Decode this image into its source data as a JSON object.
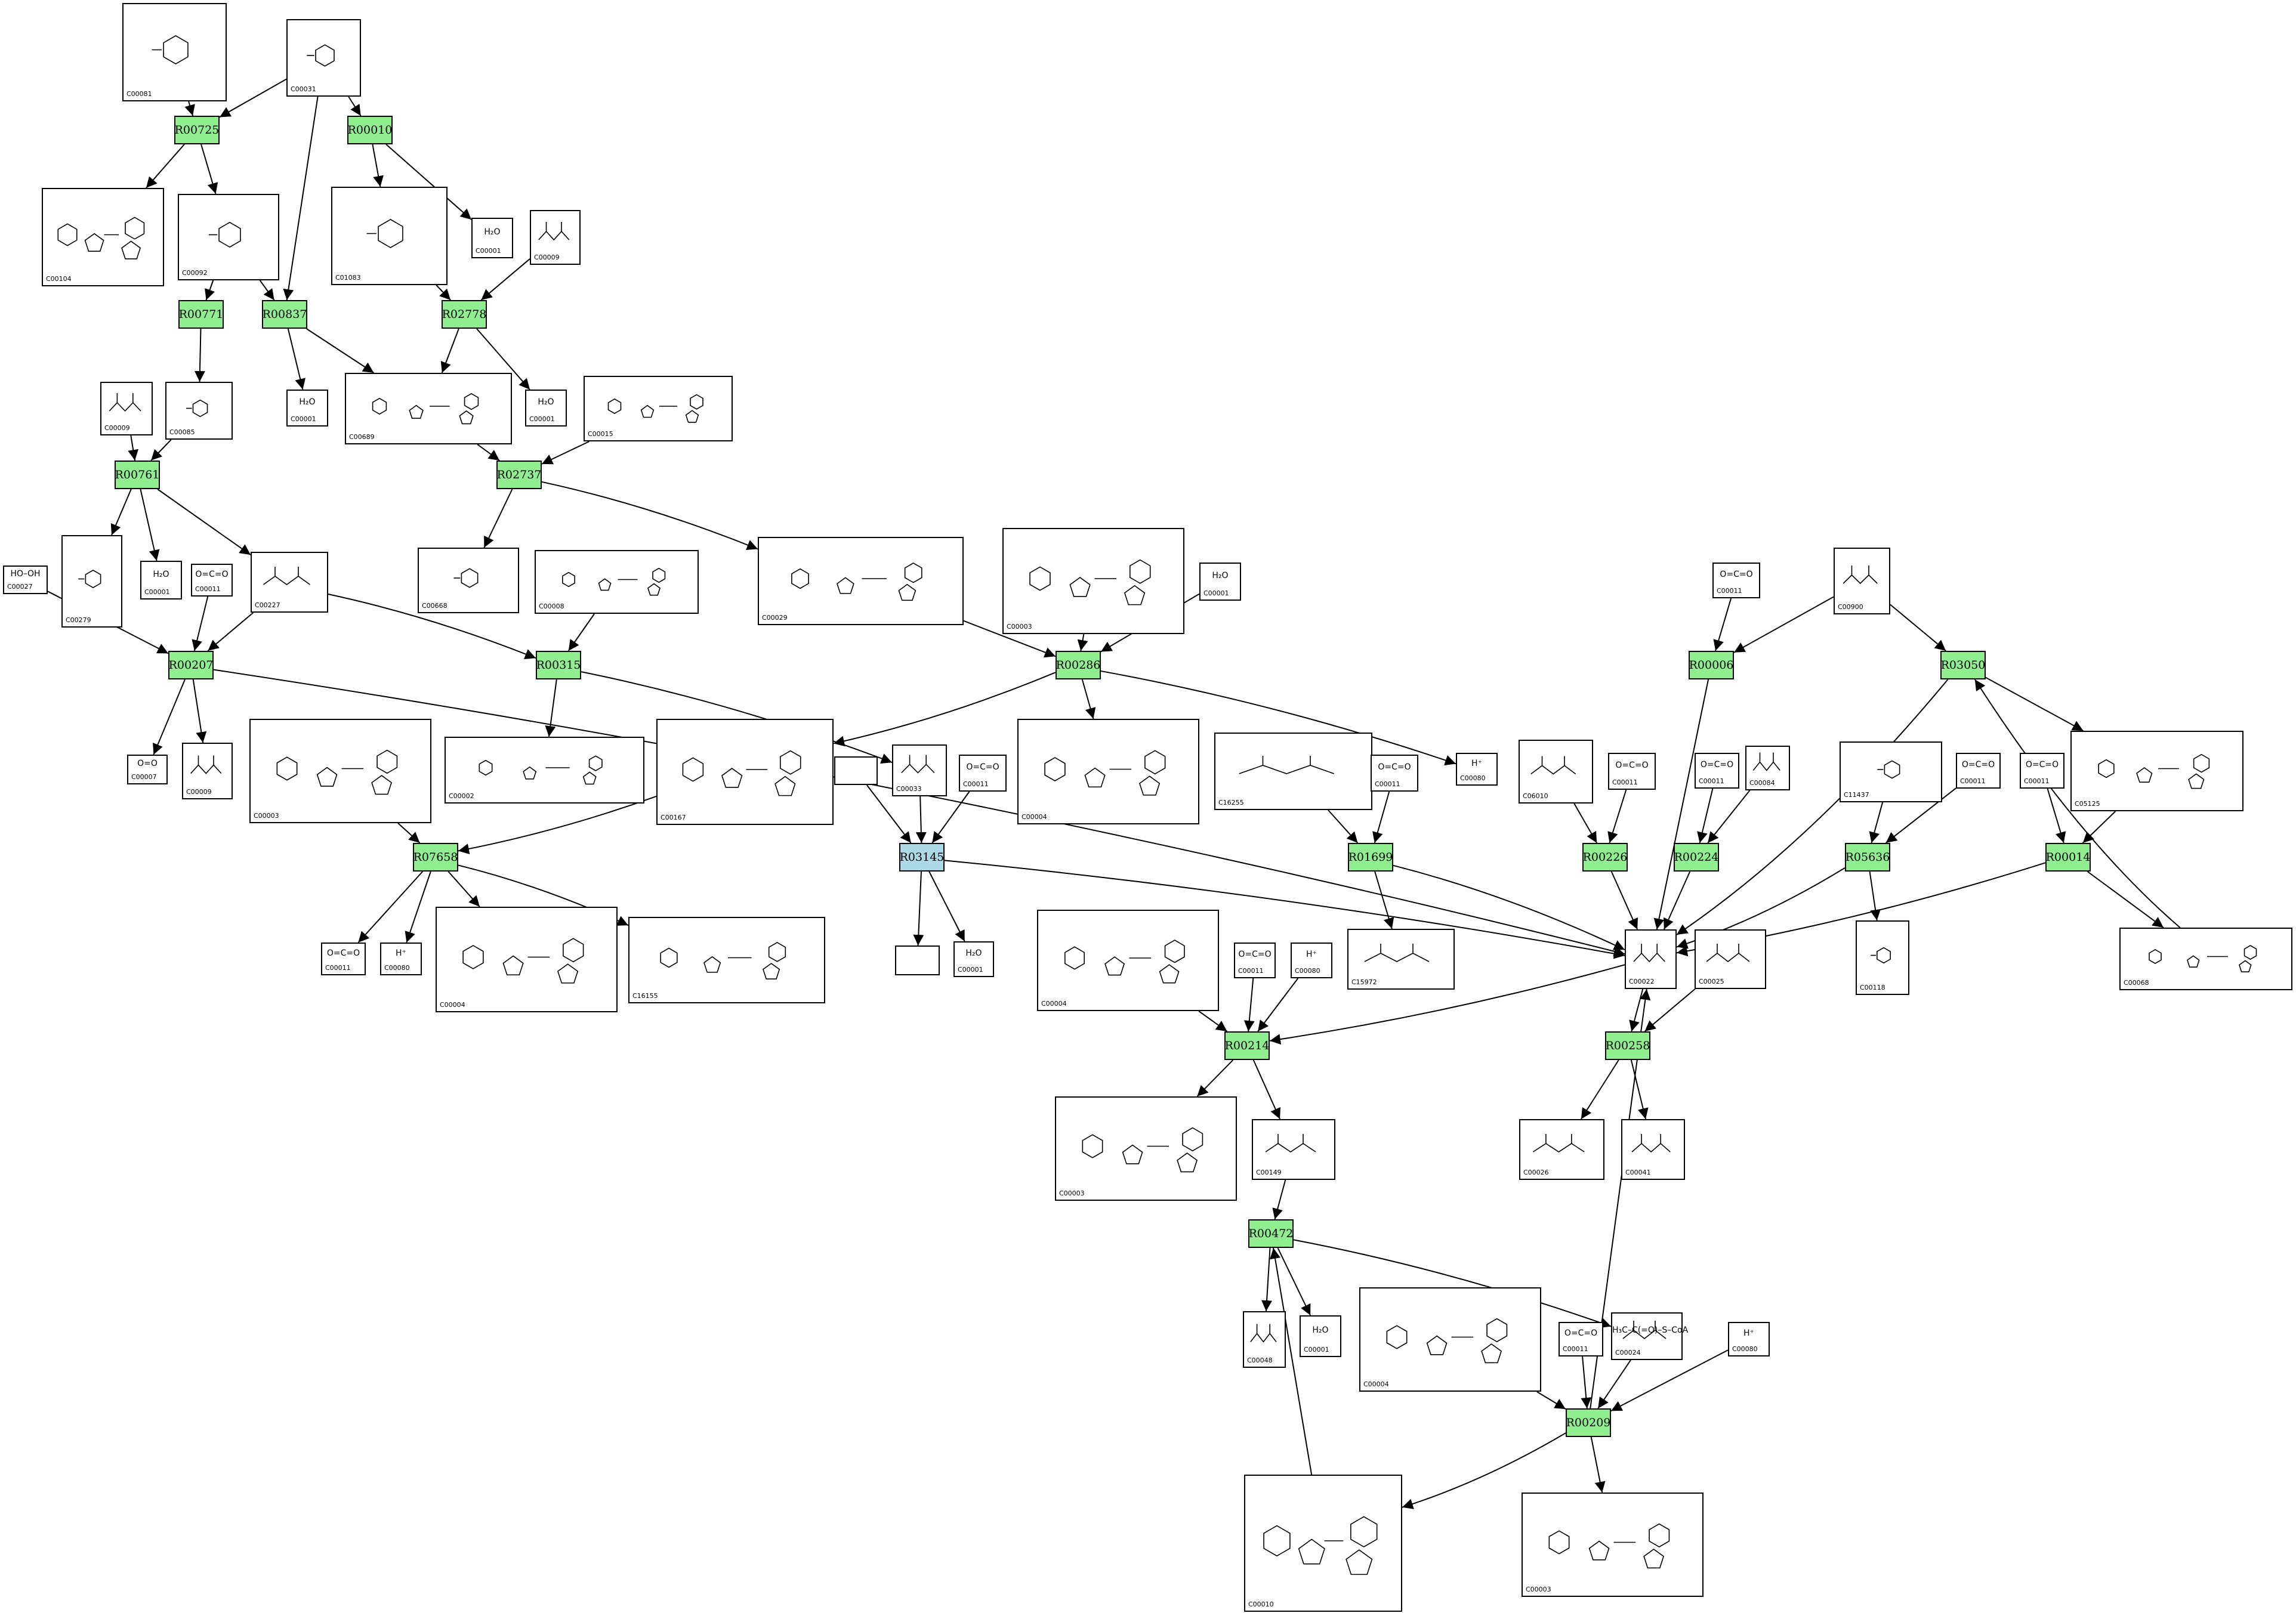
{
  "colors": {
    "reaction": "#90ee90",
    "reaction_highlight": "#add8e6",
    "edge": "#000000",
    "compound_border": "#000000"
  },
  "reactions": [
    {
      "key": "R00725",
      "label": "R00725",
      "highlight": false
    },
    {
      "key": "R00010",
      "label": "R00010",
      "highlight": false
    },
    {
      "key": "R00771",
      "label": "R00771",
      "highlight": false
    },
    {
      "key": "R00837",
      "label": "R00837",
      "highlight": false
    },
    {
      "key": "R02778",
      "label": "R02778",
      "highlight": false
    },
    {
      "key": "R00761",
      "label": "R00761",
      "highlight": false
    },
    {
      "key": "R02737",
      "label": "R02737",
      "highlight": false
    },
    {
      "key": "R00207",
      "label": "R00207",
      "highlight": false
    },
    {
      "key": "R00315",
      "label": "R00315",
      "highlight": false
    },
    {
      "key": "R00286",
      "label": "R00286",
      "highlight": false
    },
    {
      "key": "R00006",
      "label": "R00006",
      "highlight": false
    },
    {
      "key": "R03050",
      "label": "R03050",
      "highlight": false
    },
    {
      "key": "R07658",
      "label": "R07658",
      "highlight": false
    },
    {
      "key": "R03145",
      "label": "R03145",
      "highlight": true
    },
    {
      "key": "R01699",
      "label": "R01699",
      "highlight": false
    },
    {
      "key": "R00226",
      "label": "R00226",
      "highlight": false
    },
    {
      "key": "R00224",
      "label": "R00224",
      "highlight": false
    },
    {
      "key": "R05636",
      "label": "R05636",
      "highlight": false
    },
    {
      "key": "R00014",
      "label": "R00014",
      "highlight": false
    },
    {
      "key": "R00214",
      "label": "R00214",
      "highlight": false
    },
    {
      "key": "R00258",
      "label": "R00258",
      "highlight": false
    },
    {
      "key": "R00472",
      "label": "R00472",
      "highlight": false
    },
    {
      "key": "R00209",
      "label": "R00209",
      "highlight": false
    }
  ],
  "compounds": [
    {
      "key": "c_C00081",
      "id": "C00081",
      "formula": "",
      "icon": "nucleotide-triphosphate-structure"
    },
    {
      "key": "c_C00031",
      "id": "C00031",
      "formula": "",
      "icon": "hexose-ring-structure"
    },
    {
      "key": "c_C00104",
      "id": "C00104",
      "formula": "",
      "icon": "nucleotide-diphosphate-structure"
    },
    {
      "key": "c_C00092",
      "id": "C00092",
      "formula": "",
      "icon": "sugar-phosphate-structure"
    },
    {
      "key": "c_C01083",
      "id": "C01083",
      "formula": "",
      "icon": "disaccharide-structure"
    },
    {
      "key": "c_C00001_a",
      "id": "C00001",
      "formula": "H₂O",
      "icon": "water-structure"
    },
    {
      "key": "c_C00009_a",
      "id": "C00009",
      "formula": "",
      "icon": "phosphate-structure"
    },
    {
      "key": "c_C00009_b",
      "id": "C00009",
      "formula": "",
      "icon": "phosphate-structure"
    },
    {
      "key": "c_C00085",
      "id": "C00085",
      "formula": "",
      "icon": "sugar-phosphate-structure"
    },
    {
      "key": "c_C00001_b",
      "id": "C00001",
      "formula": "H₂O",
      "icon": "water-structure"
    },
    {
      "key": "c_C00689",
      "id": "C00689",
      "formula": "",
      "icon": "disaccharide-phosphate-structure"
    },
    {
      "key": "c_C00001_c",
      "id": "C00001",
      "formula": "H₂O",
      "icon": "water-structure"
    },
    {
      "key": "c_C00015",
      "id": "C00015",
      "formula": "",
      "icon": "nucleotide-diphosphate-structure"
    },
    {
      "key": "c_C00027",
      "id": "C00027",
      "formula": "HO–OH",
      "icon": "peroxide-structure"
    },
    {
      "key": "c_C00279",
      "id": "C00279",
      "formula": "",
      "icon": "sugar-phosphate-structure"
    },
    {
      "key": "c_C00001_d",
      "id": "C00001",
      "formula": "H₂O",
      "icon": "water-structure"
    },
    {
      "key": "c_C00011_a",
      "id": "C00011",
      "formula": "O=C=O",
      "icon": "carbon-dioxide-structure"
    },
    {
      "key": "c_C00227",
      "id": "C00227",
      "formula": "",
      "icon": "acetyl-phosphate-structure"
    },
    {
      "key": "c_C00668",
      "id": "C00668",
      "formula": "",
      "icon": "sugar-phosphate-structure"
    },
    {
      "key": "c_C00008",
      "id": "C00008",
      "formula": "",
      "icon": "nucleotide-diphosphate-structure"
    },
    {
      "key": "c_C00029",
      "id": "C00029",
      "formula": "",
      "icon": "nucleotide-sugar-structure"
    },
    {
      "key": "c_C00003_a",
      "id": "C00003",
      "formula": "",
      "icon": "dinucleotide-structure"
    },
    {
      "key": "c_C00001_e",
      "id": "C00001",
      "formula": "H₂O",
      "icon": "water-structure"
    },
    {
      "key": "c_C00011_b",
      "id": "C00011",
      "formula": "O=C=O",
      "icon": "carbon-dioxide-structure"
    },
    {
      "key": "c_C00900",
      "id": "C00900",
      "formula": "",
      "icon": "keto-acid-structure"
    },
    {
      "key": "c_C00007",
      "id": "C00007",
      "formula": "O=O",
      "icon": "oxygen-structure"
    },
    {
      "key": "c_C00009_c",
      "id": "C00009",
      "formula": "",
      "icon": "phosphate-structure"
    },
    {
      "key": "c_C00003_b",
      "id": "C00003",
      "formula": "",
      "icon": "dinucleotide-structure"
    },
    {
      "key": "c_C00002",
      "id": "C00002",
      "formula": "",
      "icon": "nucleotide-triphosphate-structure"
    },
    {
      "key": "c_C00167",
      "id": "C00167",
      "formula": "",
      "icon": "nucleotide-sugar-structure"
    },
    {
      "key": "c_empty_a",
      "id": "",
      "formula": "",
      "icon": "empty-compound"
    },
    {
      "key": "c_C00033",
      "id": "C00033",
      "formula": "",
      "icon": "acetate-structure"
    },
    {
      "key": "c_C00011_c",
      "id": "C00011",
      "formula": "O=C=O",
      "icon": "carbon-dioxide-structure"
    },
    {
      "key": "c_C00004_a",
      "id": "C00004",
      "formula": "",
      "icon": "dinucleotide-structure"
    },
    {
      "key": "c_C16255",
      "id": "C16255",
      "formula": "",
      "icon": "lipoyl-structure"
    },
    {
      "key": "c_C00011_d",
      "id": "C00011",
      "formula": "O=C=O",
      "icon": "carbon-dioxide-structure"
    },
    {
      "key": "c_C00080_a",
      "id": "C00080",
      "formula": "H⁺",
      "icon": "proton-structure"
    },
    {
      "key": "c_C06010",
      "id": "C06010",
      "formula": "",
      "icon": "keto-acid-structure"
    },
    {
      "key": "c_C00011_e",
      "id": "C00011",
      "formula": "O=C=O",
      "icon": "carbon-dioxide-structure"
    },
    {
      "key": "c_C00011_f",
      "id": "C00011",
      "formula": "O=C=O",
      "icon": "carbon-dioxide-structure"
    },
    {
      "key": "c_C00084",
      "id": "C00084",
      "formula": "",
      "icon": "acetaldehyde-structure"
    },
    {
      "key": "c_C11437",
      "id": "C11437",
      "formula": "",
      "icon": "sugar-phosphate-structure"
    },
    {
      "key": "c_C00011_g",
      "id": "C00011",
      "formula": "O=C=O",
      "icon": "carbon-dioxide-structure"
    },
    {
      "key": "c_C00011_h",
      "id": "C00011",
      "formula": "O=C=O",
      "icon": "carbon-dioxide-structure"
    },
    {
      "key": "c_C05125",
      "id": "C05125",
      "formula": "",
      "icon": "thiamine-diphosphate-adduct-structure"
    },
    {
      "key": "c_C00011_i",
      "id": "C00011",
      "formula": "O=C=O",
      "icon": "carbon-dioxide-structure"
    },
    {
      "key": "c_C00080_b",
      "id": "C00080",
      "formula": "H⁺",
      "icon": "proton-structure"
    },
    {
      "key": "c_C00004_b",
      "id": "C00004",
      "formula": "",
      "icon": "dinucleotide-structure"
    },
    {
      "key": "c_C16155",
      "id": "C16155",
      "formula": "",
      "icon": "nucleotide-sugar-structure"
    },
    {
      "key": "c_empty_b",
      "id": "",
      "formula": "",
      "icon": "empty-compound"
    },
    {
      "key": "c_C00001_f",
      "id": "C00001",
      "formula": "H₂O",
      "icon": "water-structure"
    },
    {
      "key": "c_C15972",
      "id": "C15972",
      "formula": "",
      "icon": "lipoyl-structure"
    },
    {
      "key": "c_C00004_c",
      "id": "C00004",
      "formula": "",
      "icon": "dinucleotide-structure"
    },
    {
      "key": "c_C00011_j",
      "id": "C00011",
      "formula": "O=C=O",
      "icon": "carbon-dioxide-structure"
    },
    {
      "key": "c_C00080_c",
      "id": "C00080",
      "formula": "H⁺",
      "icon": "proton-structure"
    },
    {
      "key": "c_C00022",
      "id": "C00022",
      "formula": "",
      "icon": "pyruvate-structure"
    },
    {
      "key": "c_C00025",
      "id": "C00025",
      "formula": "",
      "icon": "amino-acid-structure"
    },
    {
      "key": "c_C00118",
      "id": "C00118",
      "formula": "",
      "icon": "sugar-phosphate-structure"
    },
    {
      "key": "c_C00068",
      "id": "C00068",
      "formula": "",
      "icon": "thiamine-diphosphate-structure"
    },
    {
      "key": "c_C00003_c",
      "id": "C00003",
      "formula": "",
      "icon": "dinucleotide-structure"
    },
    {
      "key": "c_C00149",
      "id": "C00149",
      "formula": "",
      "icon": "dicarboxylic-acid-structure"
    },
    {
      "key": "c_C00026",
      "id": "C00026",
      "formula": "",
      "icon": "dicarboxylic-acid-structure"
    },
    {
      "key": "c_C00041",
      "id": "C00041",
      "formula": "",
      "icon": "amino-acid-structure"
    },
    {
      "key": "c_C00048",
      "id": "C00048",
      "formula": "",
      "icon": "glyoxylate-structure"
    },
    {
      "key": "c_C00001_g",
      "id": "C00001",
      "formula": "H₂O",
      "icon": "water-structure"
    },
    {
      "key": "c_C00004_d",
      "id": "C00004",
      "formula": "",
      "icon": "dinucleotide-structure"
    },
    {
      "key": "c_C00011_k",
      "id": "C00011",
      "formula": "O=C=O",
      "icon": "carbon-dioxide-structure"
    },
    {
      "key": "c_C00024",
      "id": "C00024",
      "formula": "H₃C–C(=O)–S–CoA",
      "icon": "acetyl-coa-structure"
    },
    {
      "key": "c_C00080_d",
      "id": "C00080",
      "formula": "H⁺",
      "icon": "proton-structure"
    },
    {
      "key": "c_C00010",
      "id": "C00010",
      "formula": "",
      "icon": "coenzyme-a-structure"
    },
    {
      "key": "c_C00003_d",
      "id": "C00003",
      "formula": "",
      "icon": "dinucleotide-structure"
    }
  ],
  "edges": [
    [
      "c_C00081",
      "R00725"
    ],
    [
      "c_C00031",
      "R00725"
    ],
    [
      "R00725",
      "c_C00104"
    ],
    [
      "R00725",
      "c_C00092"
    ],
    [
      "c_C00031",
      "R00010"
    ],
    [
      "R00010",
      "c_C01083"
    ],
    [
      "R00010",
      "c_C00001_a"
    ],
    [
      "c_C00031",
      "R00837"
    ],
    [
      "c_C00092",
      "R00771"
    ],
    [
      "c_C00092",
      "R00837"
    ],
    [
      "R00837",
      "c_C00001_b"
    ],
    [
      "R00837",
      "c_C00689"
    ],
    [
      "c_C01083",
      "R02778"
    ],
    [
      "c_C00009_a",
      "R02778"
    ],
    [
      "R02778",
      "c_C00689"
    ],
    [
      "R02778",
      "c_C00001_c"
    ],
    [
      "R00771",
      "c_C00085"
    ],
    [
      "c_C00009_b",
      "R00761"
    ],
    [
      "c_C00085",
      "R00761"
    ],
    [
      "R00761",
      "c_C00279"
    ],
    [
      "R00761",
      "c_C00001_d"
    ],
    [
      "R00761",
      "c_C00227"
    ],
    [
      "c_C00689",
      "R02737"
    ],
    [
      "c_C00015",
      "R02737"
    ],
    [
      "R02737",
      "c_C00668"
    ],
    [
      "R02737",
      "c_C00029"
    ],
    [
      "c_C00027",
      "R00207"
    ],
    [
      "c_C00011_a",
      "R00207"
    ],
    [
      "c_C00227",
      "R00207"
    ],
    [
      "R00207",
      "c_C00007"
    ],
    [
      "R00207",
      "c_C00009_c"
    ],
    [
      "R00207",
      "c_C00022"
    ],
    [
      "c_C00227",
      "R00315"
    ],
    [
      "c_C00008",
      "R00315"
    ],
    [
      "R00315",
      "c_C00002"
    ],
    [
      "R00315",
      "c_C00033"
    ],
    [
      "c_C00029",
      "R00286"
    ],
    [
      "c_C00003_a",
      "R00286"
    ],
    [
      "c_C00001_e",
      "R00286"
    ],
    [
      "R00286",
      "c_C00004_a"
    ],
    [
      "R00286",
      "c_C00167"
    ],
    [
      "R00286",
      "c_C00080_a"
    ],
    [
      "c_C00011_b",
      "R00006"
    ],
    [
      "c_C00900",
      "R00006"
    ],
    [
      "c_C00900",
      "R03050"
    ],
    [
      "R03050",
      "c_C05125"
    ],
    [
      "R03050",
      "c_C00022"
    ],
    [
      "R00006",
      "c_C00022"
    ],
    [
      "c_C00003_b",
      "R07658"
    ],
    [
      "c_C00167",
      "R07658"
    ],
    [
      "R07658",
      "c_C00011_i"
    ],
    [
      "R07658",
      "c_C00080_b"
    ],
    [
      "R07658",
      "c_C00004_b"
    ],
    [
      "R07658",
      "c_C16155"
    ],
    [
      "c_empty_a",
      "R03145"
    ],
    [
      "c_C00033",
      "R03145"
    ],
    [
      "c_C00011_c",
      "R03145"
    ],
    [
      "R03145",
      "c_empty_b"
    ],
    [
      "R03145",
      "c_C00001_f"
    ],
    [
      "R03145",
      "c_C00022"
    ],
    [
      "c_C16255",
      "R01699"
    ],
    [
      "c_C00011_d",
      "R01699"
    ],
    [
      "R01699",
      "c_C15972"
    ],
    [
      "R01699",
      "c_C00022"
    ],
    [
      "c_C06010",
      "R00226"
    ],
    [
      "c_C00011_e",
      "R00226"
    ],
    [
      "R00226",
      "c_C00022"
    ],
    [
      "c_C00011_f",
      "R00224"
    ],
    [
      "c_C00084",
      "R00224"
    ],
    [
      "R00224",
      "c_C00022"
    ],
    [
      "c_C11437",
      "R05636"
    ],
    [
      "c_C00011_g",
      "R05636"
    ],
    [
      "R05636",
      "c_C00022"
    ],
    [
      "R05636",
      "c_C00118"
    ],
    [
      "c_C00011_h",
      "R00014"
    ],
    [
      "c_C05125",
      "R00014"
    ],
    [
      "R00014",
      "c_C00022"
    ],
    [
      "R00014",
      "c_C00068"
    ],
    [
      "c_C00068",
      "R03050"
    ],
    [
      "c_C00022",
      "R00214"
    ],
    [
      "c_C00004_c",
      "R00214"
    ],
    [
      "c_C00011_j",
      "R00214"
    ],
    [
      "c_C00080_c",
      "R00214"
    ],
    [
      "R00214",
      "c_C00003_c"
    ],
    [
      "R00214",
      "c_C00149"
    ],
    [
      "c_C00022",
      "R00258"
    ],
    [
      "c_C00025",
      "R00258"
    ],
    [
      "R00258",
      "c_C00026"
    ],
    [
      "R00258",
      "c_C00041"
    ],
    [
      "c_C00149",
      "R00472"
    ],
    [
      "R00472",
      "c_C00048"
    ],
    [
      "R00472",
      "c_C00001_g"
    ],
    [
      "R00472",
      "c_C00024"
    ],
    [
      "c_C00010",
      "R00472"
    ],
    [
      "c_C00004_d",
      "R00209"
    ],
    [
      "c_C00011_k",
      "R00209"
    ],
    [
      "c_C00024",
      "R00209"
    ],
    [
      "c_C00080_d",
      "R00209"
    ],
    [
      "R00209",
      "c_C00022"
    ],
    [
      "R00209",
      "c_C00010"
    ],
    [
      "R00209",
      "c_C00003_d"
    ]
  ]
}
